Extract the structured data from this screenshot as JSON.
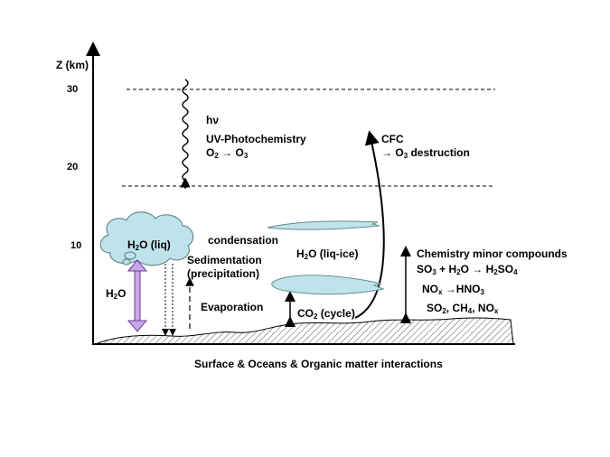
{
  "axis": {
    "ylabel": "Z (km)",
    "ticks": [
      "30",
      "20",
      "10"
    ]
  },
  "labels": {
    "hv": "hν",
    "uv_photochemistry": "UV-Photochemistry",
    "o2_to_o3": {
      "a": "O",
      "a_sub": "2",
      "arrow": " → ",
      "b": "O",
      "b_sub": "3"
    },
    "cfc": "CFC",
    "o3_destruction": {
      "arrow": "→ ",
      "a": "O",
      "a_sub": "3",
      "rest": " destruction"
    },
    "cloud_h2o_liq": {
      "a": "H",
      "a_sub": "2",
      "rest": "O (liq)"
    },
    "condensation": "condensation",
    "h2o_liq_ice": {
      "a": "H",
      "a_sub": "2",
      "rest": "O (liq-ice)"
    },
    "sedimentation": "Sedimentation",
    "precipitation": "(precipitation)",
    "h2o": {
      "a": "H",
      "a_sub": "2",
      "rest": "O"
    },
    "evaporation": "Evaporation",
    "co2_cycle": {
      "a": "CO",
      "a_sub": "2",
      "rest": " (cycle)"
    },
    "chemistry_title": "Chemistry minor compounds",
    "reaction1": {
      "a": "SO",
      "a_sub": "3",
      "b": " + H",
      "b_sub": "2",
      "c": "O → H",
      "c_sub": "2",
      "d": "SO",
      "d_sub": "4"
    },
    "reaction2": {
      "a": "NO",
      "a_sub": "x",
      "b": " →HNO",
      "b_sub": "3"
    },
    "reaction3": {
      "a": "SO",
      "a_sub": "2",
      "b": ", CH",
      "b_sub": "4",
      "c": ", NO",
      "c_sub": "x"
    },
    "surface": "Surface & Oceans & Organic matter interactions"
  },
  "colors": {
    "cloud_fill": "#bfe3ea",
    "arrow_purple": "#c9a8e8",
    "line": "#000000"
  }
}
